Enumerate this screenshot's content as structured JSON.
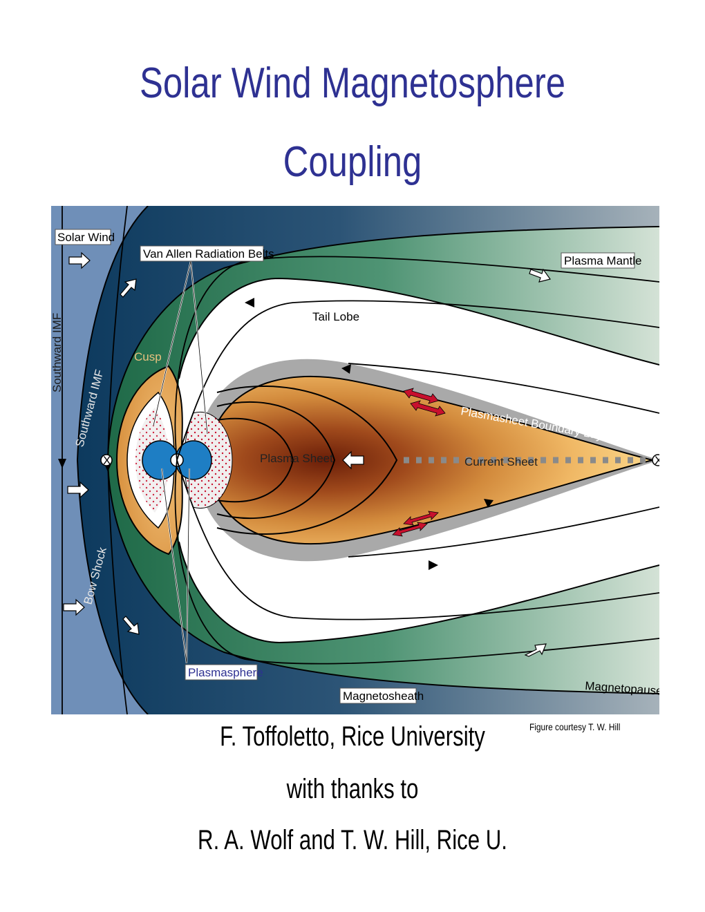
{
  "title": {
    "line1": "Solar Wind Magnetosphere",
    "line2": "Coupling"
  },
  "labels": {
    "solar_wind": "Solar Wind",
    "van_allen": "Van Allen Radiation Belts",
    "plasma_mantle": "Plasma Mantle",
    "tail_lobe": "Tail Lobe",
    "cusp": "Cusp",
    "southward_imf_1": "Southward IMF",
    "southward_imf_2": "Southward IMF",
    "plasmasheet_boundary": "Plasmasheet Boundary Layer",
    "plasma_sheet": "Plasma  Sheet",
    "current_sheet": "Current Sheet",
    "bow_shock": "Bow Shock",
    "plasmasphere": "Plasmasphere",
    "magnetosheath": "Magnetosheath",
    "magnetopause": "Magnetopause",
    "x_left": "X",
    "x_right": "X"
  },
  "credit": "Figure courtesy T. W. Hill",
  "author": {
    "line1": "F. Toffoletto, Rice University",
    "line2": "with thanks to",
    "line3": "R. A. Wolf and T. W. Hill, Rice U."
  },
  "colors": {
    "title": "#2e3192",
    "solar_wind_bg": "#6f8fb8",
    "magnetosheath": "#0d3a5e",
    "mantle_green": "#2f7a55",
    "plasma_sheet_core": "#7a2a10",
    "plasma_sheet_outer": "#fde49a",
    "boundary_layer": "#a9a9a9",
    "plasmasphere": "#1e7ec4"
  }
}
